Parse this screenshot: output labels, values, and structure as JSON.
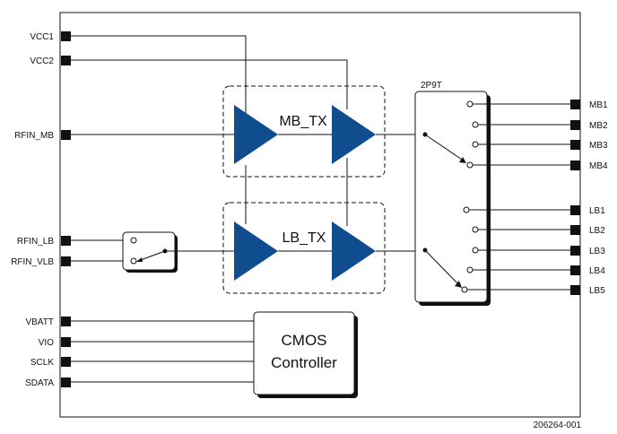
{
  "pins_left": {
    "vcc1": "VCC1",
    "vcc2": "VCC2",
    "rfin_mb": "RFIN_MB",
    "rfin_lb": "RFIN_LB",
    "rfin_vlb": "RFIN_VLB",
    "vbatt": "VBATT",
    "vio": "VIO",
    "sclk": "SCLK",
    "sdata": "SDATA"
  },
  "pins_right": {
    "mb1": "MB1",
    "mb2": "MB2",
    "mb3": "MB3",
    "mb4": "MB4",
    "lb1": "LB1",
    "lb2": "LB2",
    "lb3": "LB3",
    "lb4": "LB4",
    "lb5": "LB5"
  },
  "blocks": {
    "mb_tx": "MB_TX",
    "lb_tx": "LB_TX",
    "switch": "2P9T",
    "cmos_line1": "CMOS",
    "cmos_line2": "Controller"
  },
  "footer": {
    "part_number": "206264-001"
  },
  "colors": {
    "amplifier": "#0f4d8f",
    "line": "#111111"
  }
}
